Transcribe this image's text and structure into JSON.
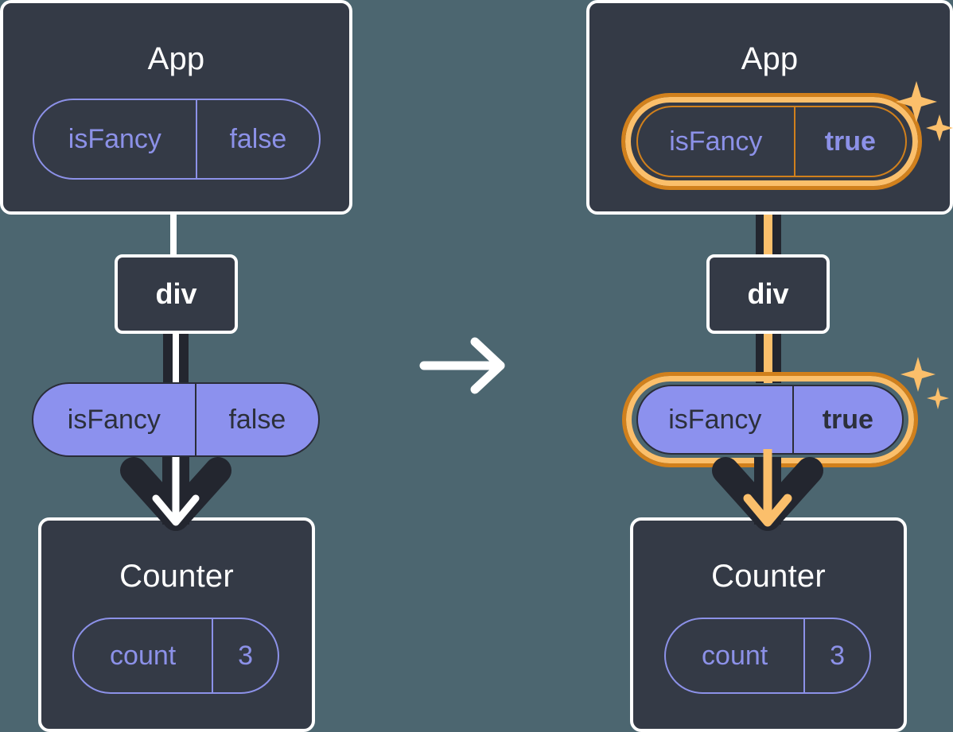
{
  "background_color": "#4c6670",
  "palette": {
    "card_bg": "#343a46",
    "card_border": "#ffffff",
    "pill_outline": "#8c91e8",
    "pill_filled": "#8c91ee",
    "pill_filled_text": "#2c303b",
    "highlight_orange_light": "#fbbf6b",
    "highlight_orange_dark": "#d1801c",
    "connector_dark": "#23262f",
    "connector_white": "#ffffff"
  },
  "transition": {
    "arrow_label": "arrow-right",
    "direction": "right"
  },
  "before": {
    "app": {
      "title": "App",
      "state": {
        "name": "isFancy",
        "value": "false",
        "style": "outline",
        "highlighted": false
      }
    },
    "div": {
      "label": "div"
    },
    "prop_pill": {
      "name": "isFancy",
      "value": "false",
      "style": "filled",
      "highlighted": false
    },
    "counter": {
      "title": "Counter",
      "state": {
        "name": "count",
        "value": "3",
        "style": "outline",
        "highlighted": false
      }
    },
    "connector_color": "#ffffff",
    "arrow_inner_color": "#ffffff"
  },
  "after": {
    "app": {
      "title": "App",
      "state": {
        "name": "isFancy",
        "value": "true",
        "style": "outline",
        "highlighted": true
      }
    },
    "div": {
      "label": "div"
    },
    "prop_pill": {
      "name": "isFancy",
      "value": "true",
      "style": "filled",
      "highlighted": true
    },
    "counter": {
      "title": "Counter",
      "state": {
        "name": "count",
        "value": "3",
        "style": "outline",
        "highlighted": false
      }
    },
    "connector_color": "#fbbf6b",
    "arrow_inner_color": "#fbbf6b",
    "sparkles": {
      "count": 2,
      "color": "#fbbf6b"
    }
  }
}
